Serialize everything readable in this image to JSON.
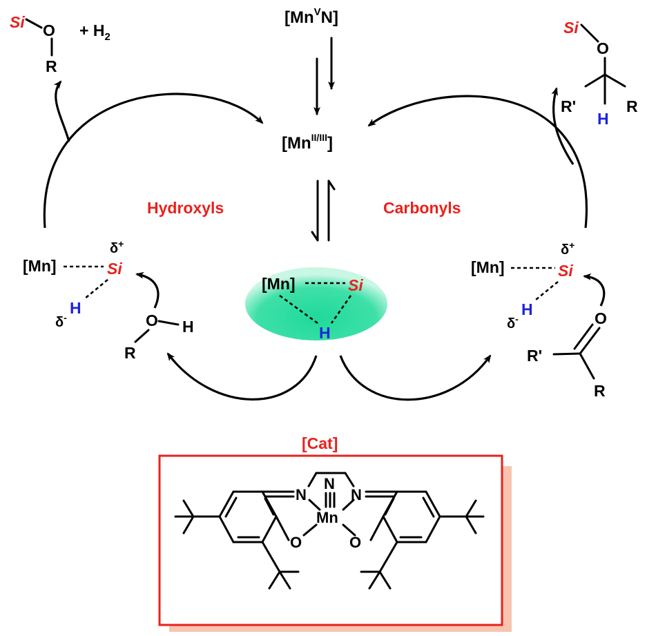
{
  "top_species": "[MnVN]",
  "top_species_parts": {
    "base": "[Mn",
    "sup": "V",
    "tail": "N]"
  },
  "center_species_parts": {
    "base": "[Mn",
    "sup": "II/III",
    "tail": "]"
  },
  "left_cycle_label": "Hydroxyls",
  "right_cycle_label": "Carbonyls",
  "left_product": {
    "si": "Si",
    "o": "O",
    "r": "R",
    "extra": "+ H",
    "extra_sub": "2"
  },
  "right_product": {
    "si": "Si",
    "o": "O",
    "r1": "R'",
    "r2": "R",
    "h": "H"
  },
  "intermediate": {
    "mn": "[Mn]",
    "si": "Si",
    "h": "H"
  },
  "left_complex": {
    "mn": "[Mn]",
    "si": "Si",
    "h": "H",
    "delta_plus": "δ",
    "plus": "+",
    "delta_minus": "δ",
    "minus": "-"
  },
  "left_substrate": {
    "o": "O",
    "h": "H",
    "r": "R"
  },
  "right_complex": {
    "mn": "[Mn]",
    "si": "Si",
    "h": "H",
    "delta_plus": "δ",
    "plus": "+",
    "delta_minus": "δ",
    "minus": "-"
  },
  "right_substrate": {
    "o": "O",
    "r1": "R'",
    "r2": "R"
  },
  "catalyst": {
    "title": "[Cat]",
    "n_top": "N",
    "n_left": "N",
    "n_right": "N",
    "mn": "Mn",
    "o_left": "O",
    "o_right": "O"
  },
  "colors": {
    "red": "#e8211d",
    "blue": "#1d22e0",
    "green": "#1fd99a",
    "box_border": "#e8211d",
    "box_shadow": "#f7c4b0"
  }
}
